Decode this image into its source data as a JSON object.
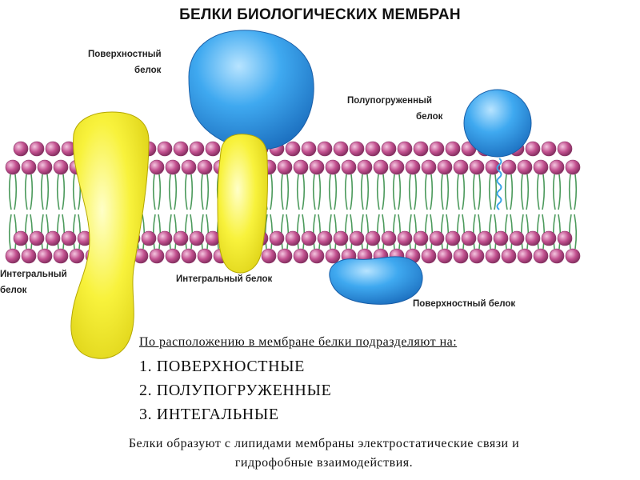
{
  "title": "БЕЛКИ БИОЛОГИЧЕСКИХ МЕМБРАН",
  "labels": {
    "surface_top": [
      "Поверхностный",
      "белок"
    ],
    "semi": [
      "Полупогруженный",
      "белок"
    ],
    "integral_left": [
      "Интегральный",
      "белок"
    ],
    "integral_mid": "Интегральный белок",
    "surface_bottom": "Поверхностный белок"
  },
  "classification": {
    "intro": "По расположению в мембране белки подразделяют на:",
    "items": [
      "1. ПОВЕРХНОСТНЫЕ",
      "2. ПОЛУПОГРУЖЕННЫЕ",
      "3. ИНТЕГАЛЬНЫЕ"
    ]
  },
  "footer": [
    "Белки образуют с липидами мембраны электростатические связи и",
    "гидрофобные взаимодействия."
  ],
  "colors": {
    "lipid_head": "#c2508f",
    "lipid_tail": "#4c9a5c",
    "integral_protein": "#f6ef3a",
    "peripheral_protein": "#2f9ee8",
    "anchor": "#3aa6e8"
  }
}
